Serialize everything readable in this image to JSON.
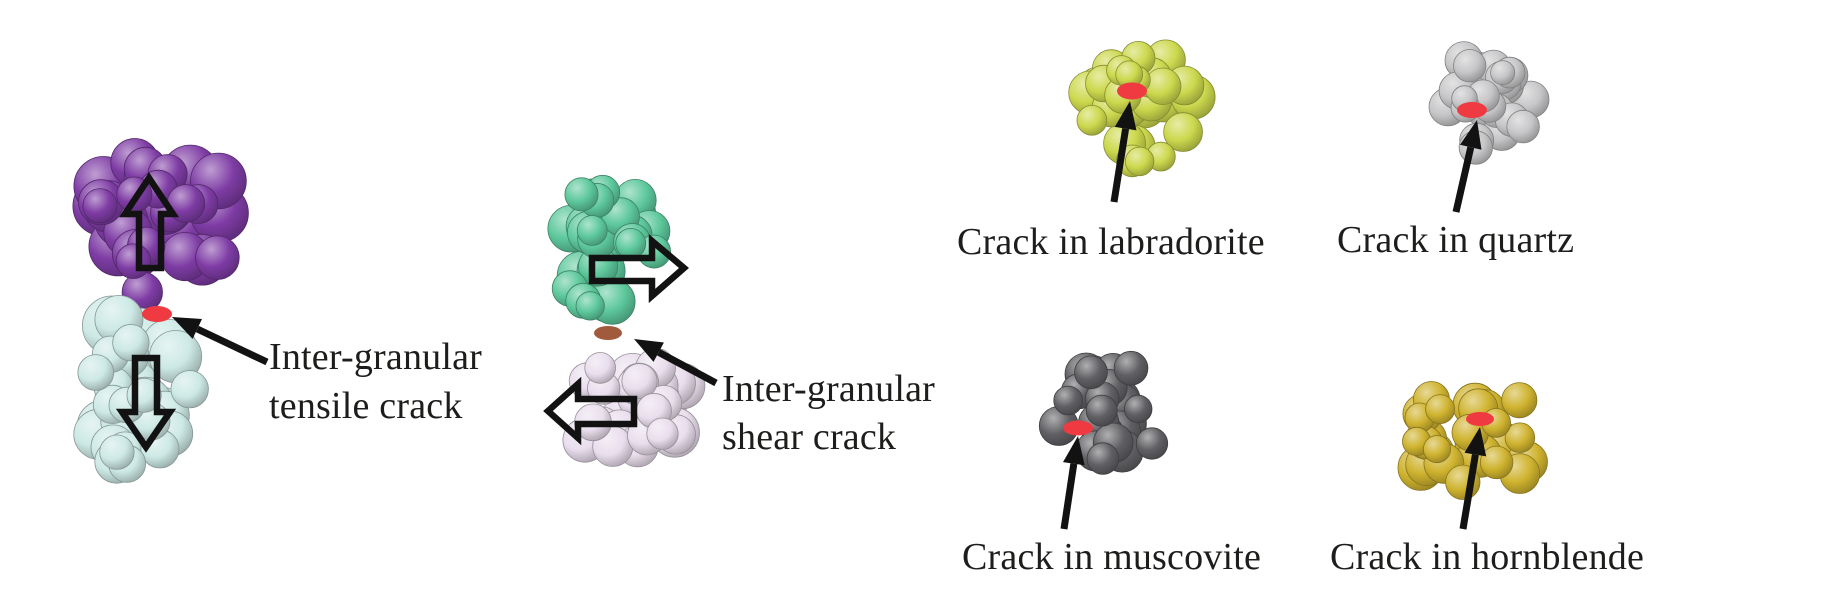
{
  "figure": {
    "background": "#ffffff",
    "text_color": "#1d1d1b",
    "arrow_color": "#121212",
    "labels": {
      "tensile_line1": "Inter-granular",
      "tensile_line2": "tensile crack",
      "shear_line1": "Inter-granular",
      "shear_line2": "shear crack",
      "labradorite": "Crack in labradorite",
      "quartz": "Crack in quartz",
      "muscovite": "Crack in muscovite",
      "hornblende": "Crack in hornblende"
    },
    "crack_markers": {
      "tensile": "#f03a42",
      "shear": "#a15a3b",
      "labradorite": "#f03a42",
      "quartz": "#f03a42",
      "muscovite": "#f03a42",
      "hornblende": "#f03a42"
    },
    "grain_colors": {
      "purple": "#7e3ca4",
      "cyan": "#cde9e5",
      "green": "#5dc89c",
      "pink": "#e9deed",
      "labradorite": "#ccd84d",
      "quartz": "#c6c6c8",
      "muscovite": "#606064",
      "hornblende": "#cfb32f"
    }
  }
}
